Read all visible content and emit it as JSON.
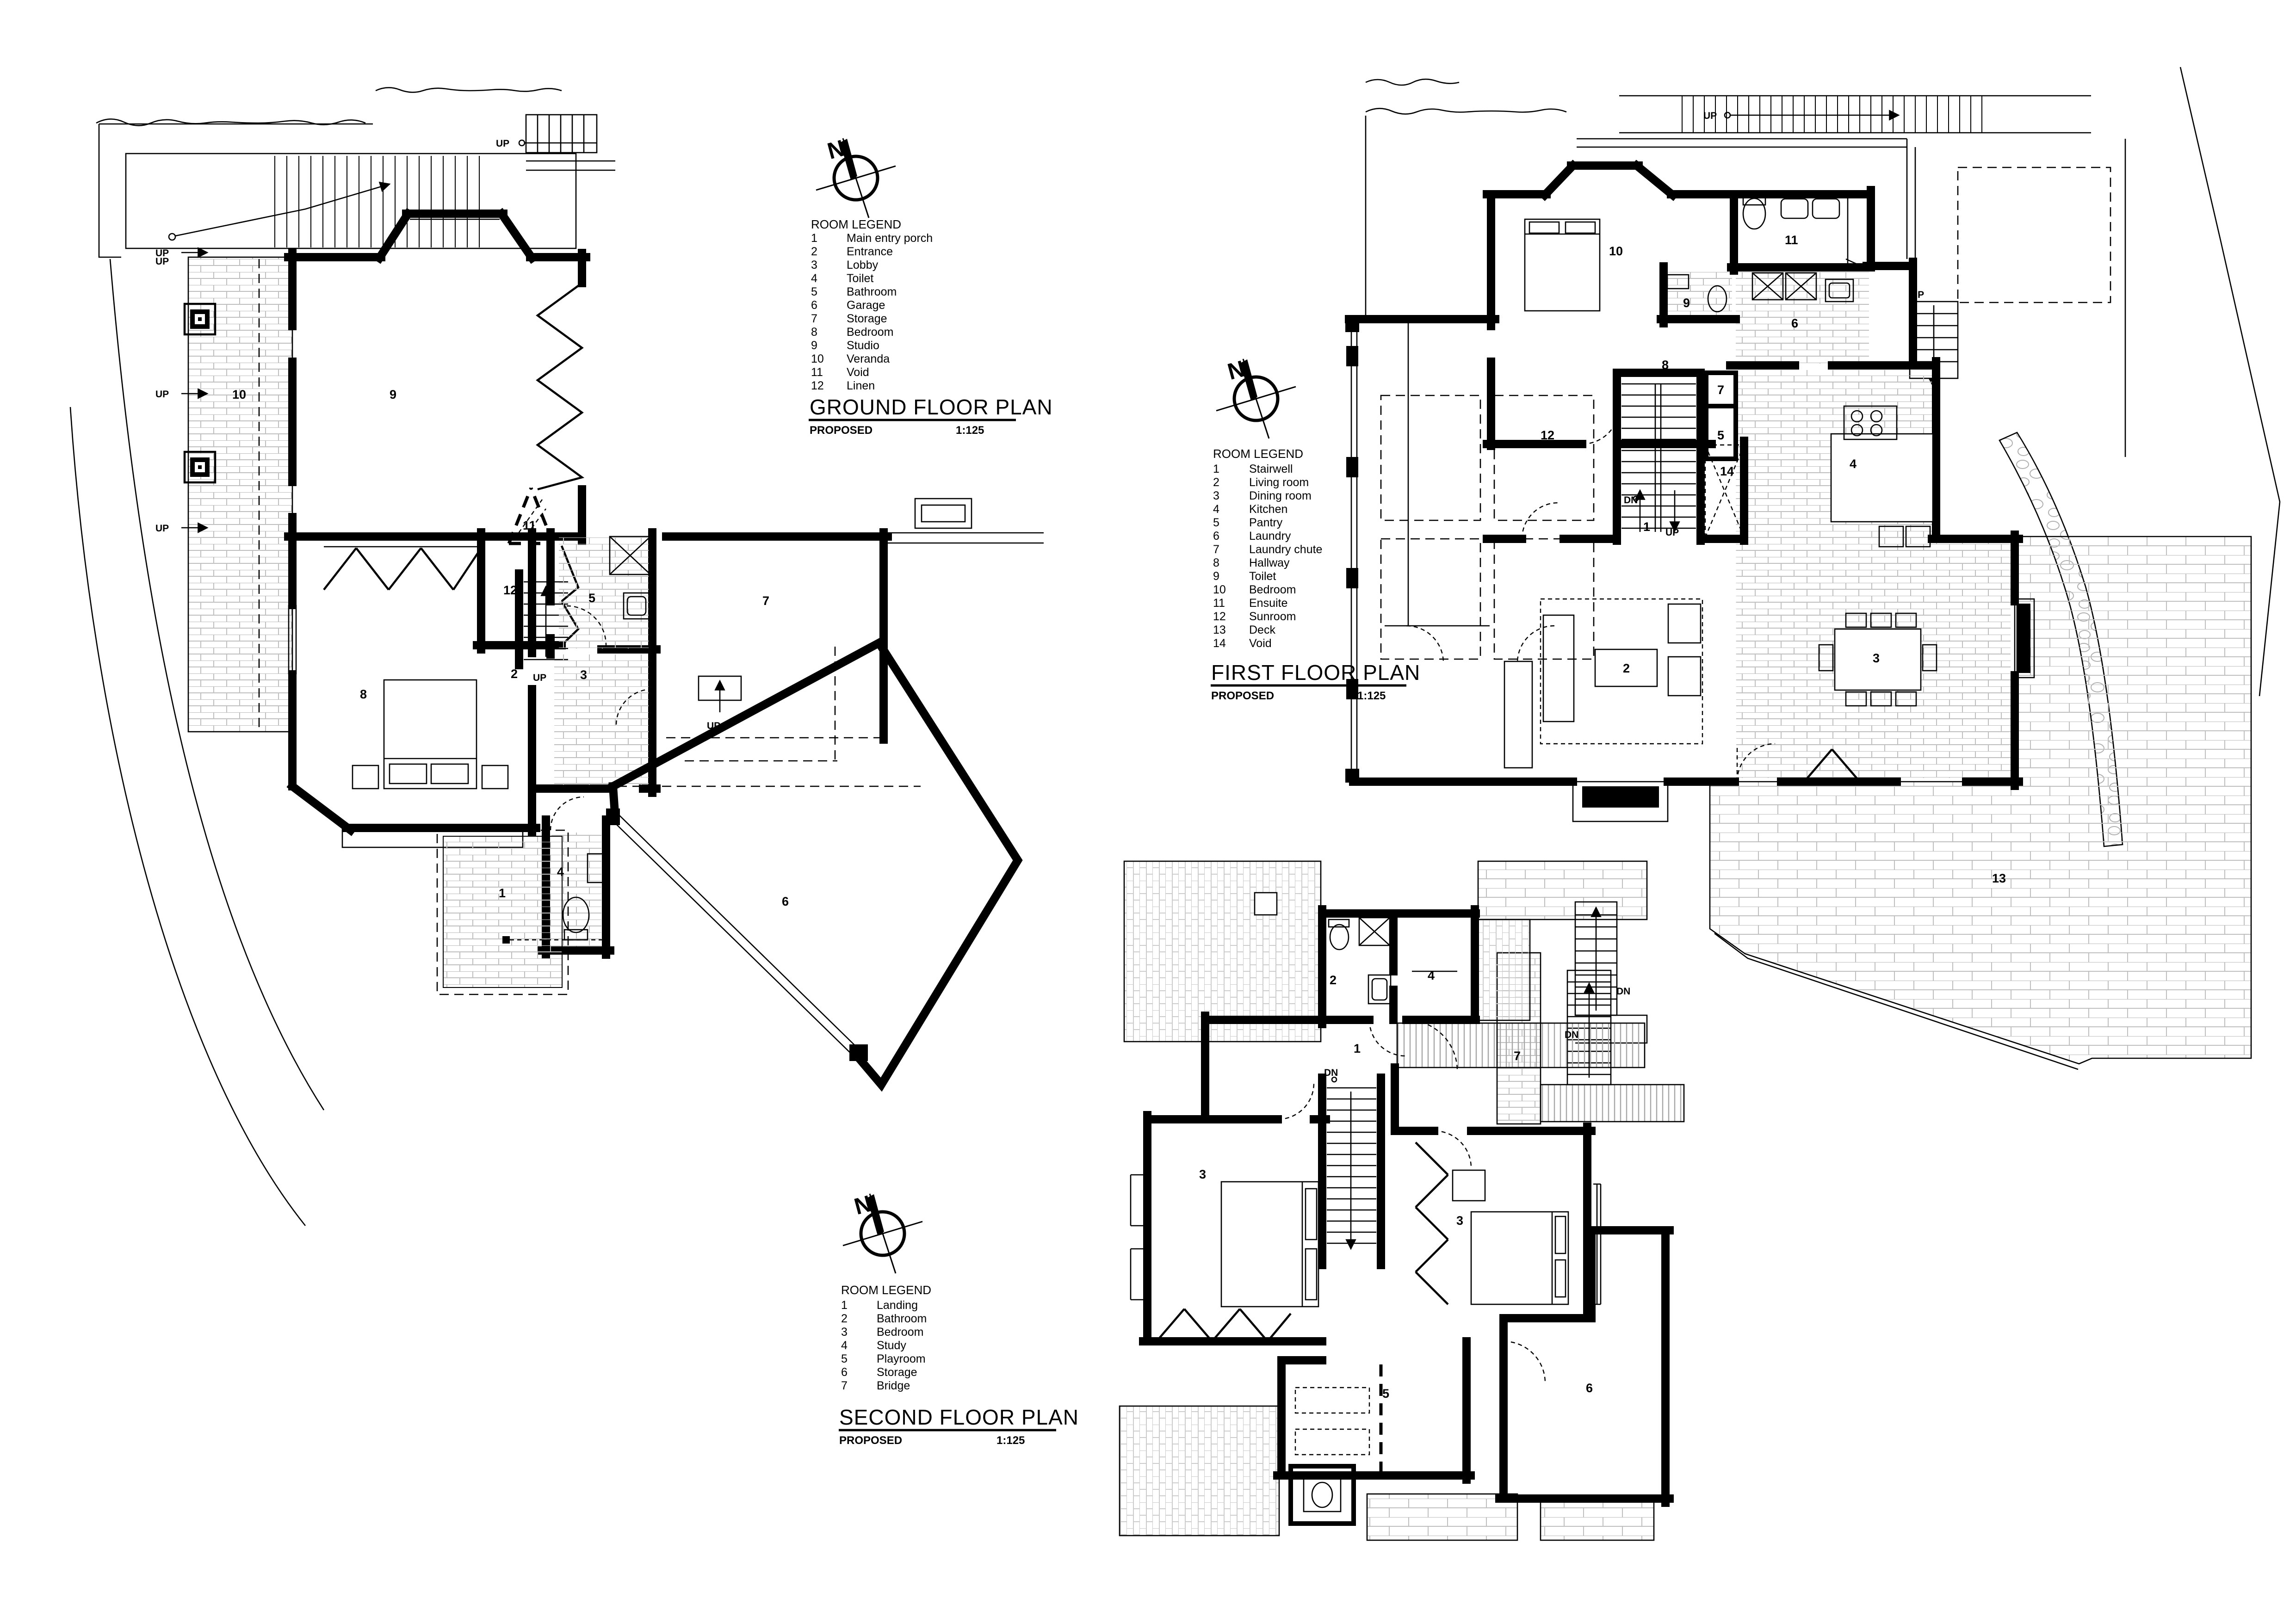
{
  "document": {
    "background": "#ffffff",
    "ink": "#000000",
    "tile_hatch": "#bfbfbf",
    "roof_hatch": "#cccccc",
    "board_hatch": "#a8a8a8",
    "stone_hatch": "#b0b0b0"
  },
  "compass_letter": "N",
  "labels": {
    "up": "UP",
    "down": "DN"
  },
  "plans": [
    {
      "title": "GROUND FLOOR PLAN",
      "status": "PROPOSED",
      "scale": "1:125",
      "legend_title": "ROOM LEGEND",
      "legend": [
        {
          "num": "1",
          "label": "Main entry porch"
        },
        {
          "num": "2",
          "label": "Entrance"
        },
        {
          "num": "3",
          "label": "Lobby"
        },
        {
          "num": "4",
          "label": "Toilet"
        },
        {
          "num": "5",
          "label": "Bathroom"
        },
        {
          "num": "6",
          "label": "Garage"
        },
        {
          "num": "7",
          "label": "Storage"
        },
        {
          "num": "8",
          "label": "Bedroom"
        },
        {
          "num": "9",
          "label": "Studio"
        },
        {
          "num": "10",
          "label": "Veranda"
        },
        {
          "num": "11",
          "label": "Void"
        },
        {
          "num": "12",
          "label": "Linen"
        }
      ]
    },
    {
      "title": "FIRST FLOOR PLAN",
      "status": "PROPOSED",
      "scale": "1:125",
      "legend_title": "ROOM LEGEND",
      "legend": [
        {
          "num": "1",
          "label": "Stairwell"
        },
        {
          "num": "2",
          "label": "Living room"
        },
        {
          "num": "3",
          "label": "Dining room"
        },
        {
          "num": "4",
          "label": "Kitchen"
        },
        {
          "num": "5",
          "label": "Pantry"
        },
        {
          "num": "6",
          "label": "Laundry"
        },
        {
          "num": "7",
          "label": "Laundry chute"
        },
        {
          "num": "8",
          "label": "Hallway"
        },
        {
          "num": "9",
          "label": "Toilet"
        },
        {
          "num": "10",
          "label": "Bedroom"
        },
        {
          "num": "11",
          "label": "Ensuite"
        },
        {
          "num": "12",
          "label": "Sunroom"
        },
        {
          "num": "13",
          "label": "Deck"
        },
        {
          "num": "14",
          "label": "Void"
        }
      ]
    },
    {
      "title": "SECOND FLOOR PLAN",
      "status": "PROPOSED",
      "scale": "1:125",
      "legend_title": "ROOM LEGEND",
      "legend": [
        {
          "num": "1",
          "label": "Landing"
        },
        {
          "num": "2",
          "label": "Bathroom"
        },
        {
          "num": "3",
          "label": "Bedroom"
        },
        {
          "num": "4",
          "label": "Study"
        },
        {
          "num": "5",
          "label": "Playroom"
        },
        {
          "num": "6",
          "label": "Storage"
        },
        {
          "num": "7",
          "label": "Bridge"
        }
      ]
    }
  ]
}
